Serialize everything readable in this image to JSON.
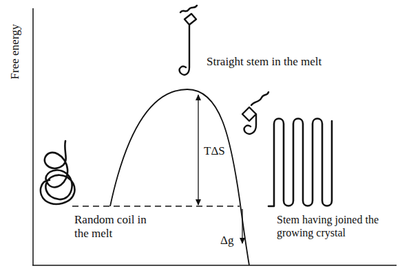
{
  "diagram": {
    "labels": [
      "Free energy",
      "Straight stem in the melt",
      "TΔS",
      "Random coil in the melt",
      "Stem having joined the growing crystal",
      "Δg"
    ]
  }
}
